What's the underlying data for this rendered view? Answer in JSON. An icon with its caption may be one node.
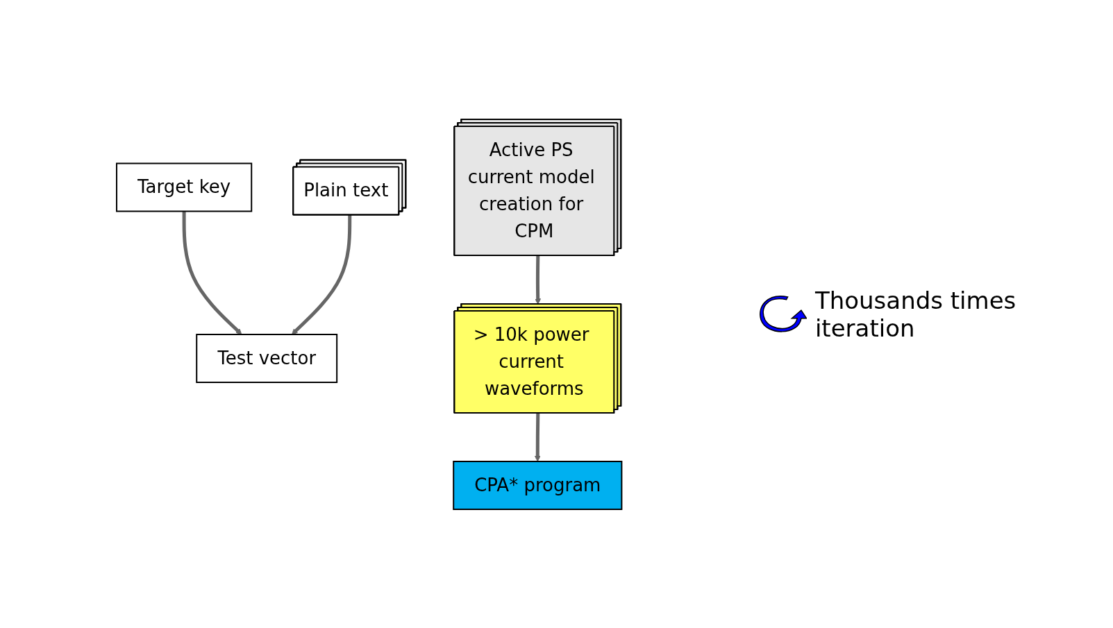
{
  "diagram": {
    "nodes": [
      {
        "text": [
          "Target key"
        ]
      },
      {
        "text": [
          "Plain text"
        ]
      },
      {
        "text": [
          "Test vector"
        ]
      },
      {
        "text": [
          "Active PS current model creation for CPM"
        ]
      },
      {
        "text": [
          "> 10k power current waveforms"
        ]
      },
      {
        "text": [
          "CPA* program"
        ]
      }
    ],
    "edges": [
      {
        "from": 0,
        "to": 2,
        "arrow": "to"
      },
      {
        "from": 1,
        "to": 2,
        "arrow": "to"
      },
      {
        "from": 3,
        "to": 4,
        "arrow": "to"
      },
      {
        "from": 4,
        "to": 5,
        "arrow": "to"
      }
    ],
    "labels": [
      "Thousands times iteration"
    ]
  }
}
